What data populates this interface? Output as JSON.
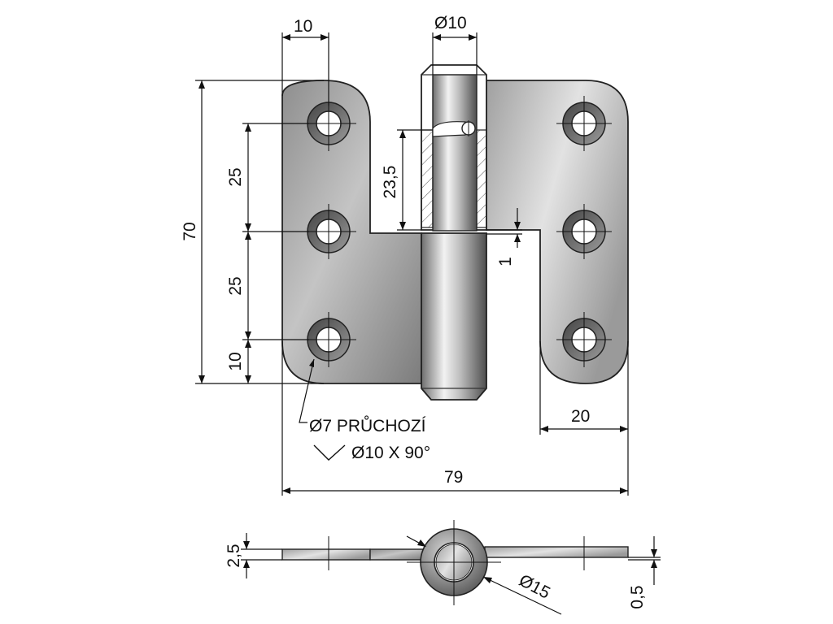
{
  "dimensions": {
    "leaf_width_left": "10",
    "pin_diameter": "Ø10",
    "overall_height": "70",
    "hole_pitch_upper": "25",
    "hole_pitch_lower": "25",
    "hole_edge_offset": "10",
    "pin_length": "23,5",
    "gap": "1",
    "right_leaf_offset": "20",
    "overall_width": "79",
    "plate_thickness": "2,5",
    "clearance": "0,5",
    "knuckle_diameter": "Ø15"
  },
  "notes": {
    "hole_note": "Ø7 PRŮCHOZÍ",
    "countersink_note": "Ø10 X 90°"
  }
}
